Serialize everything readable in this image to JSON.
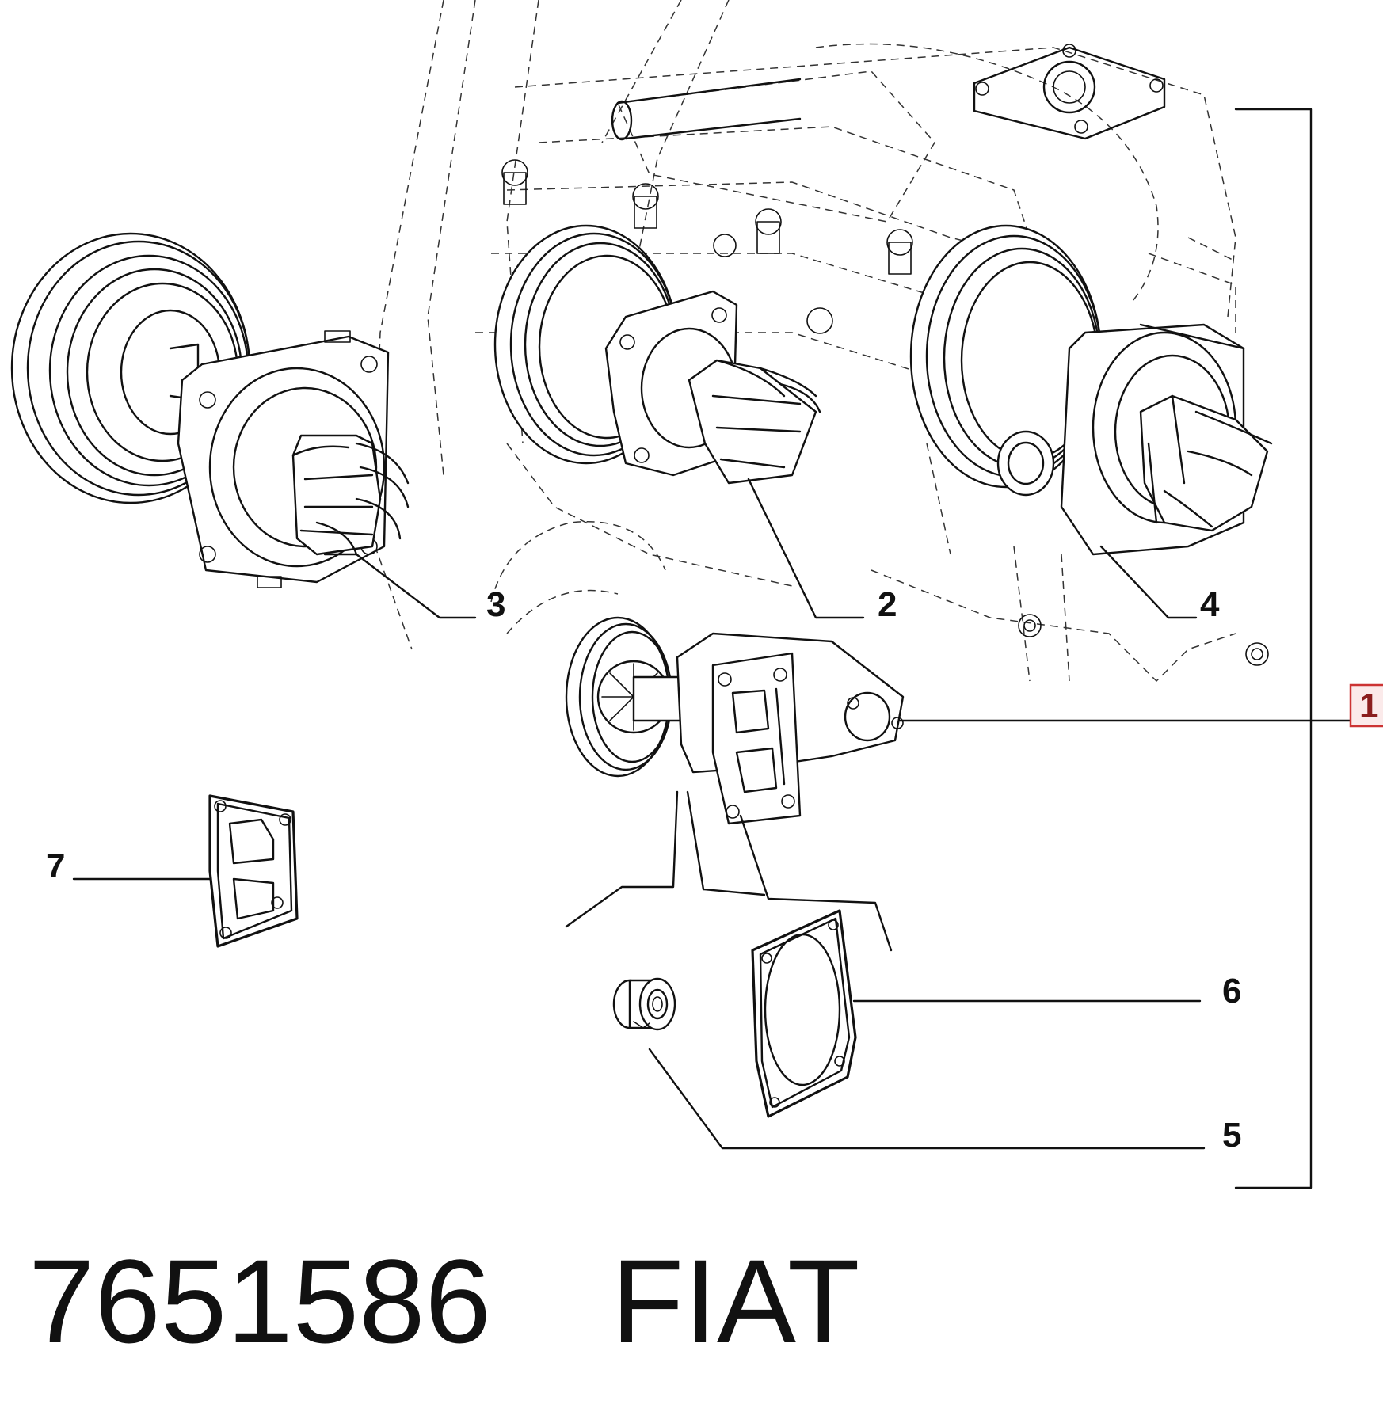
{
  "diagram": {
    "callouts": [
      {
        "id": "1",
        "label": "1"
      },
      {
        "id": "2",
        "label": "2"
      },
      {
        "id": "3",
        "label": "3"
      },
      {
        "id": "4",
        "label": "4"
      },
      {
        "id": "5",
        "label": "5"
      },
      {
        "id": "6",
        "label": "6"
      },
      {
        "id": "7",
        "label": "7"
      }
    ],
    "highlight_color": "#cc3333"
  },
  "footer": {
    "part_number": "7651586",
    "brand": "FIAT"
  }
}
